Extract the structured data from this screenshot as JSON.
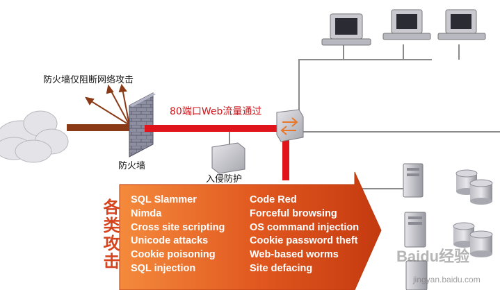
{
  "labels": {
    "firewall_blocks": "防火墙仅阻断网络攻击",
    "port80_traffic": "80端口Web流量通过",
    "firewall": "防火墙",
    "ips": "入侵防护",
    "attack_types": "各类攻击"
  },
  "attacks": {
    "left": [
      "SQL Slammer",
      "Nimda",
      "Cross site scripting",
      "Unicode attacks",
      "Cookie poisoning",
      "SQL injection"
    ],
    "right": [
      "Code Red",
      "Forceful browsing",
      "OS command injection",
      "Cookie password theft",
      "Web-based worms",
      "Site defacing"
    ]
  },
  "watermark": {
    "logo": "Baidu经验",
    "url": "jingyan.baidu.com"
  },
  "colors": {
    "traffic_line": "#e0141b",
    "arrow": "#e0561e",
    "network_line": "#808080"
  }
}
